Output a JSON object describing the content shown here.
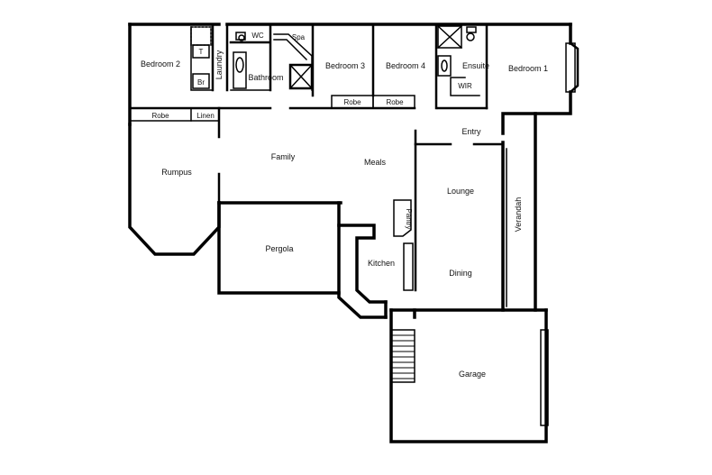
{
  "rooms": {
    "bedroom2": "Bedroom 2",
    "laundry": "Laundry",
    "t": "T",
    "br": "Br",
    "wc": "WC",
    "spa": "Spa",
    "bathroom": "Bathroom",
    "bedroom3": "Bedroom 3",
    "bedroom4": "Bedroom 4",
    "ensuite": "Ensuite",
    "wir": "WIR",
    "bedroom1": "Bedroom 1",
    "robe_left": "Robe",
    "linen": "Linen",
    "robe_b3": "Robe",
    "robe_b4": "Robe",
    "entry": "Entry",
    "family": "Family",
    "meals": "Meals",
    "rumpus": "Rumpus",
    "lounge": "Lounge",
    "verandah": "Verandah",
    "pantry": "Pantry",
    "pergola": "Pergola",
    "kitchen": "Kitchen",
    "dining": "Dining",
    "garage": "Garage"
  }
}
